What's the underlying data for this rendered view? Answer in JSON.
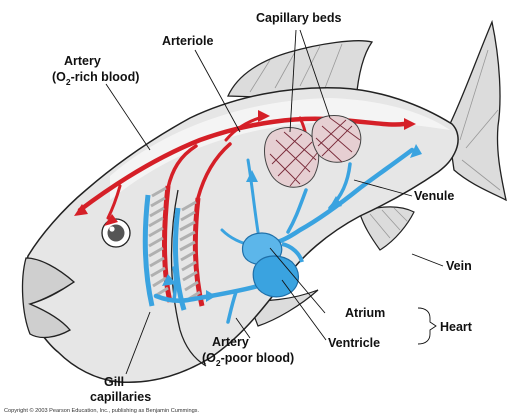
{
  "labels": {
    "capillary_beds": "Capillary beds",
    "arteriole": "Arteriole",
    "artery_o2_rich_line1": "Artery",
    "artery_o2_rich_line2_pre": "(O",
    "artery_o2_rich_line2_sub": "2",
    "artery_o2_rich_line2_post": "-rich blood)",
    "venule": "Venule",
    "vein": "Vein",
    "atrium": "Atrium",
    "ventricle": "Ventricle",
    "heart": "Heart",
    "artery_o2_poor_line1": "Artery",
    "artery_o2_poor_line2_pre": "(O",
    "artery_o2_poor_line2_sub": "2",
    "artery_o2_poor_line2_post": "-poor blood)",
    "gill_capillaries_line1": "Gill",
    "gill_capillaries_line2": "capillaries"
  },
  "copyright": "Copyright © 2003 Pearson Education, Inc., publishing as Benjamin Cummings.",
  "colors": {
    "oxygen_rich": "#d51f27",
    "oxygen_poor": "#3aa3e0",
    "fish_body": "#e6e6e6",
    "outline": "#222222"
  }
}
